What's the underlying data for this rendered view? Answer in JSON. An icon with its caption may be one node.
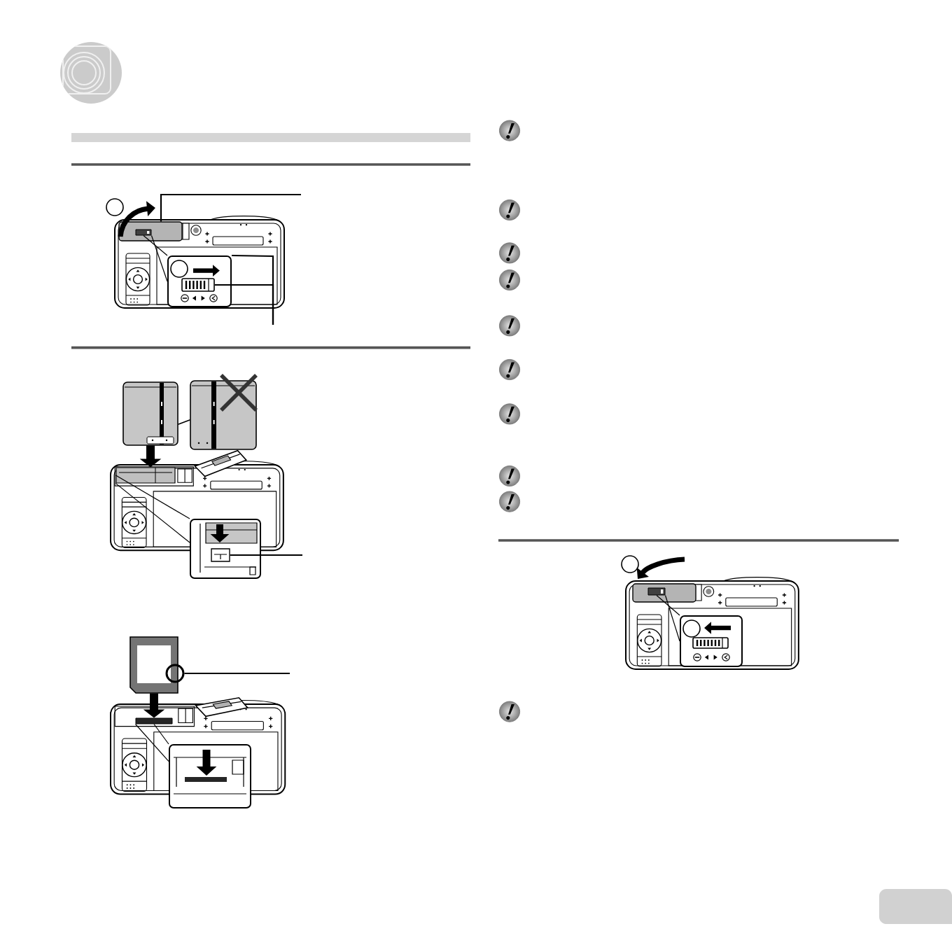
{
  "diagram": {
    "nodes": [
      {
        "text": [],
        "shape": "picture"
      },
      {
        "text": [],
        "shape": "box",
        "in": 0
      },
      {
        "text": [],
        "shape": "box",
        "in": 1
      },
      {
        "text": [],
        "shape": "picture",
        "in": 0
      },
      {
        "text": [],
        "shape": "box",
        "in": 3
      },
      {
        "text": [],
        "shape": "picture"
      },
      {
        "text": [],
        "shape": "picture"
      },
      {
        "text": [],
        "shape": "picture"
      },
      {
        "text": [],
        "shape": "box",
        "in": 7
      },
      {
        "text": [],
        "shape": "picture"
      },
      {
        "text": [],
        "shape": "box",
        "in": 9
      },
      {
        "text": [],
        "shape": "picture"
      },
      {
        "text": [],
        "shape": "circle"
      },
      {
        "text": [],
        "shape": "picture"
      },
      {
        "text": [],
        "shape": "box",
        "in": 13
      },
      {
        "text": [],
        "shape": "picture"
      },
      {
        "text": [],
        "shape": "picture"
      },
      {
        "text": [],
        "shape": "box",
        "in": 16
      },
      {
        "text": [],
        "shape": "box",
        "in": 17
      },
      {
        "text": [],
        "shape": "picture",
        "in": 16
      }
    ],
    "edges": [
      {
        "from": null,
        "to": 1,
        "arrow": "none"
      },
      {
        "from": null,
        "to": 3,
        "arrow": "none"
      },
      {
        "from": null,
        "to": 4,
        "arrow": "none"
      },
      {
        "from": 2,
        "to": 3,
        "arrow": "none"
      },
      {
        "from": 2,
        "to": 3,
        "arrow": "none"
      },
      {
        "from": 5,
        "to": 6,
        "arrow": "none"
      },
      {
        "from": 5,
        "to": 8,
        "arrow": "to",
        "style": "thick"
      },
      {
        "from": 8,
        "to": 9,
        "arrow": "none"
      },
      {
        "from": 8,
        "to": 9,
        "arrow": "none"
      },
      {
        "from": null,
        "to": 10,
        "arrow": "none"
      },
      {
        "from": null,
        "to": 12,
        "arrow": "none"
      },
      {
        "from": 11,
        "to": 14,
        "arrow": "to",
        "style": "thick"
      },
      {
        "from": 14,
        "to": 15,
        "arrow": "none"
      },
      {
        "from": 14,
        "to": 15,
        "arrow": "none"
      },
      {
        "from": 18,
        "to": 19,
        "arrow": "none"
      },
      {
        "from": 18,
        "to": 19,
        "arrow": "none"
      }
    ]
  }
}
